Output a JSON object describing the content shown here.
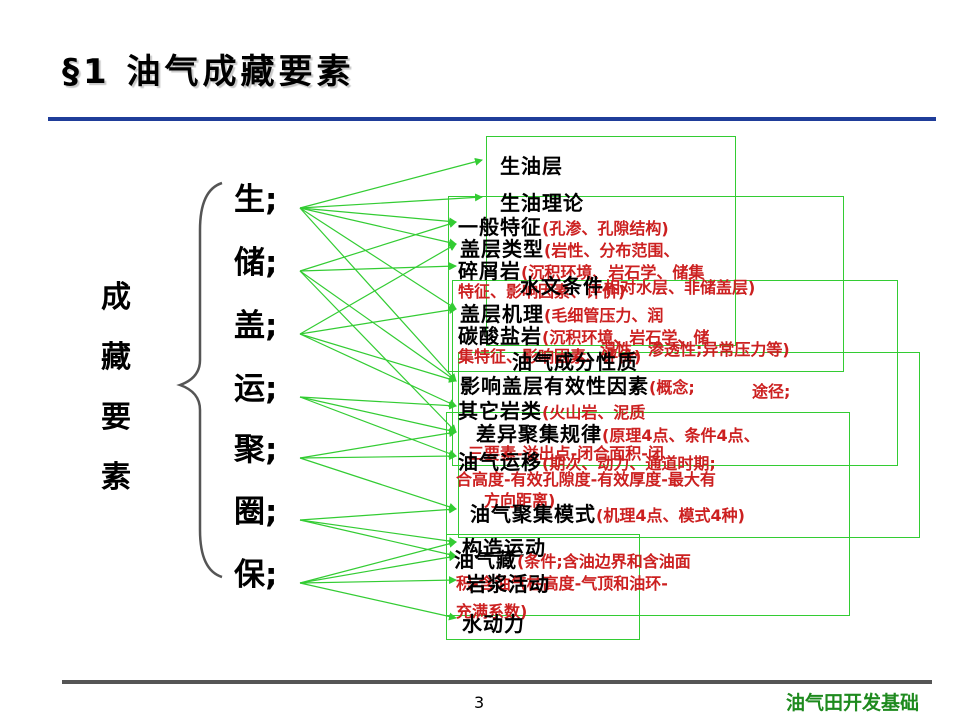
{
  "title": "§1 油气成藏要素",
  "side_label": [
    "成",
    "藏",
    "要",
    "素"
  ],
  "categories": [
    "生;",
    "储;",
    "盖;",
    "运;",
    "聚;",
    "圈;",
    "保;"
  ],
  "boxes": [
    {
      "head": "生油层",
      "detail": ""
    },
    {
      "head": "生油理论",
      "detail": ""
    },
    {
      "head": "一般特征",
      "detail": "(孔渗、孔隙结构)"
    },
    {
      "head": "盖层类型",
      "detail": "(岩性、分布范围、"
    },
    {
      "head": "碎屑岩",
      "detail": "(沉积环境、岩石学、储集"
    },
    {
      "head": "水文条件",
      "detail": "相对水层、非储盖层)"
    },
    {
      "head": "盖层机理",
      "detail": "(毛细管压力、润"
    },
    {
      "head": "碳酸盐岩",
      "detail": "(沉积环境、岩石学、储"
    },
    {
      "head": "油气成分性质",
      "detail": ""
    },
    {
      "head": "影响盖层有效性因素",
      "detail": "(概念;"
    },
    {
      "head": "其它岩类",
      "detail": "(火山岩、泥质"
    },
    {
      "head": "差异聚集规律",
      "detail": "(原理4点、条件4点、"
    },
    {
      "head": "油气运移",
      "detail": "(期次、动力、通道时期;"
    },
    {
      "head": "油气聚集模式",
      "detail": "(机理4点、模式4种)"
    },
    {
      "head": "构造运动",
      "detail": ""
    },
    {
      "head": "油气藏",
      "detail": "(条件;含油边界和含油面"
    },
    {
      "head": "岩浆活动",
      "detail": ""
    },
    {
      "head": "水动力",
      "detail": ""
    }
  ],
  "notes": [
    "特征、影响因素、评价)",
    "集特征、影响因素、评价)",
    "湿性、渗透性;异常压力等)",
    "途径;",
    "三要素-溢出点-闭合面积-闭",
    "合高度-有效孔隙度-有效厚度-最大有",
    "方向距离)",
    "积-含油气柱高度-气顶和油环-",
    "充满系数)"
  ],
  "colors": {
    "rule": "#1f3d99",
    "box_border": "#33cc33",
    "arrow": "#33cc33",
    "detail_text": "#cc2020",
    "footer_text": "#1e8a1e"
  },
  "page_number": "3",
  "footer_text": "油气田开发基础"
}
